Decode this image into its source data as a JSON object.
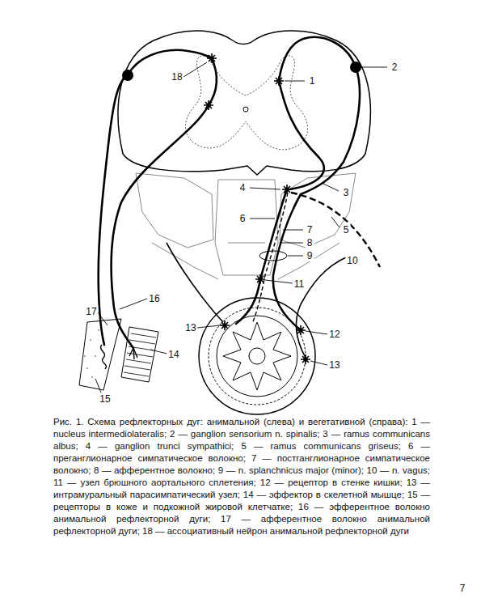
{
  "diagram": {
    "caption": "Рис. 1. Схема рефлекторных дуг: анимальной (слева) и вегетативной (справа): 1 — nucleus intermediolateralis; 2 — ganglion sensorium n. spinalis; 3 — ramus communicans albus; 4 — ganglion trunci sympathici; 5 — ramus communicans griseus; 6 — преганглионарное симпатическое волокно; 7 — постганглионарное симпатическое волокно; 8 — афферентное волокно; 9 — n. splanchnicus major (minor); 10 — n. vagus; 11 — узел брюшного аортального сплетения; 12 — рецептор в стенке кишки; 13 — интрамуральный парасимпатический узел; 14 — эффектор в скелетной мышце; 15 — рецепторы в коже и подкожной жировой клетчатке; 16 — эфферентное волокно анимальной рефлекторной дуги; 17 — афферентное волокно анимальной рефлекторной дуги; 18 — ассоциативный нейрон анимальной рефлекторной дуги",
    "labels": [
      "1",
      "2",
      "3",
      "4",
      "5",
      "6",
      "7",
      "8",
      "9",
      "10",
      "11",
      "12",
      "13",
      "13",
      "14",
      "15",
      "16",
      "17",
      "18",
      "7"
    ]
  }
}
